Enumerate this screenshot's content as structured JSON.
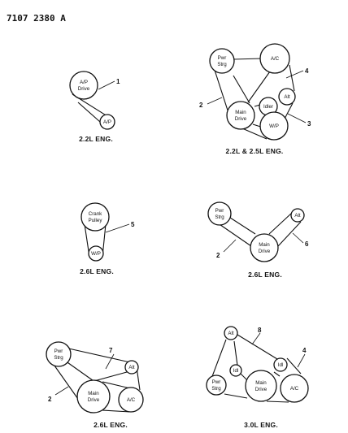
{
  "header": {
    "doc_number": "7107 2380 A"
  },
  "diagrams": [
    {
      "caption": "2.2L ENG.",
      "pulleys": {
        "ap_drive": [
          "A/P",
          "Drive"
        ],
        "ap": [
          "A/P"
        ]
      },
      "callouts": [
        "1"
      ]
    },
    {
      "caption": "2.2L & 2.5L ENG.",
      "pulleys": {
        "pwr_strg": [
          "Pwr",
          "Strg"
        ],
        "ac": [
          "A/C"
        ],
        "alt": [
          "Alt"
        ],
        "idler": [
          "Idler"
        ],
        "main_drive": [
          "Main",
          "Drive"
        ],
        "wp": [
          "W/P"
        ]
      },
      "callouts": [
        "4",
        "2",
        "3"
      ]
    },
    {
      "caption": "2.6L ENG.",
      "pulleys": {
        "crank": [
          "Crank",
          "Pulley"
        ],
        "wp": [
          "W/P"
        ]
      },
      "callouts": [
        "5"
      ]
    },
    {
      "caption": "2.6L ENG.",
      "pulleys": {
        "pwr_strg": [
          "Pwr",
          "Strg"
        ],
        "alt": [
          "Alt"
        ],
        "main_drive": [
          "Main",
          "Drive"
        ]
      },
      "callouts": [
        "2",
        "6"
      ]
    },
    {
      "caption": "2.6L ENG.",
      "pulleys": {
        "pwr_strg": [
          "Pwr",
          "Strg"
        ],
        "alt": [
          "Alt"
        ],
        "main_drive": [
          "Main",
          "Drive"
        ],
        "ac": [
          "A/C"
        ]
      },
      "callouts": [
        "7",
        "2"
      ]
    },
    {
      "caption": "3.0L ENG.",
      "pulleys": {
        "alt": [
          "Alt"
        ],
        "idl_left": [
          "Idl"
        ],
        "idl_right": [
          "Idl"
        ],
        "pwr_strg": [
          "Pwr",
          "Strg"
        ],
        "main_drive": [
          "Main",
          "Drive"
        ],
        "ac": [
          "A/C"
        ]
      },
      "callouts": [
        "8",
        "4"
      ]
    }
  ]
}
